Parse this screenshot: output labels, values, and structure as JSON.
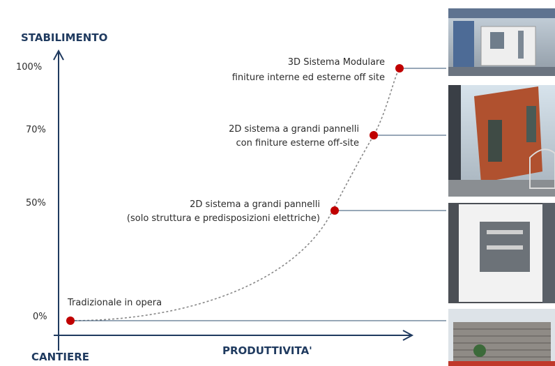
{
  "chart_data": {
    "type": "scatter",
    "title": "",
    "ylabel": "STABILIMENTO",
    "xlabel": "PRODUTTIVITA'",
    "origin_label": "CANTIERE",
    "y_ticks": [
      "100%",
      "70%",
      "50%",
      "0%"
    ],
    "ylim": [
      0,
      100
    ],
    "points": [
      {
        "y": 0,
        "label": [
          "Tradizionale in opera"
        ]
      },
      {
        "y": 50,
        "label": [
          "2D sistema a grandi pannelli",
          "(solo struttura e predisposizioni elettriche)"
        ]
      },
      {
        "y": 70,
        "label": [
          "2D sistema a grandi pannelli",
          "con finiture esterne off-site"
        ]
      },
      {
        "y": 100,
        "label": [
          "3D Sistema Modulare",
          "finiture interne ed esterne off site"
        ]
      }
    ],
    "images": [
      "construction-photo",
      "brick-panel-photo",
      "white-panel-photo",
      "modular-unit-photo"
    ],
    "colors": {
      "axis": "#1f3a5f",
      "point": "#c00000",
      "curve": "#888888",
      "leader": "#2f4f6f"
    }
  }
}
